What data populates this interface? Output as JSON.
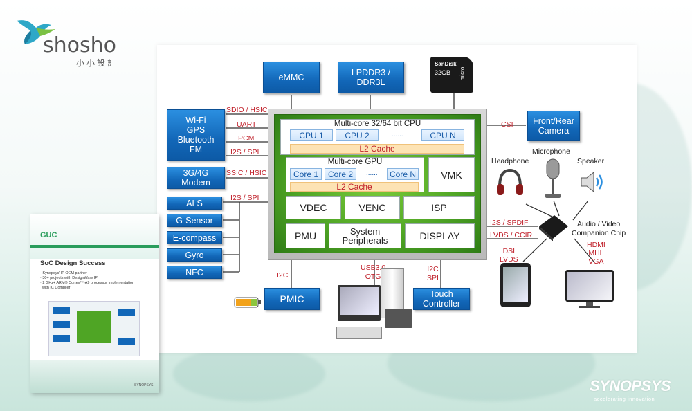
{
  "logo": {
    "name": "shosho",
    "subtitle": "小小設計"
  },
  "brochure": {
    "brand": "GUC",
    "title": "SoC Design Success",
    "bullets": [
      "· Synopsys' IP OEM partner",
      "· 30+ projects with DesignWare IP",
      "· 2 GHz+ ARM® Cortex™-A9 processor implementation",
      "  with IC Compiler"
    ],
    "footer": "SYNOPSYS"
  },
  "diagram": {
    "left_blocks": {
      "wireless": "Wi-Fi\nGPS\nBluetooth\nFM",
      "modem": "3G/4G\nModem",
      "als": "ALS",
      "gsensor": "G-Sensor",
      "ecompass": "E-compass",
      "gyro": "Gyro",
      "nfc": "NFC"
    },
    "left_signals": [
      "SDIO / HSIC",
      "UART",
      "PCM",
      "I2S / SPI",
      "SSIC / HSIC",
      "I2S / SPI"
    ],
    "top_blocks": {
      "emmc": "eMMC",
      "lpddr": "LPDDR3 /\nDDR3L"
    },
    "sd_card": {
      "brand": "SanDisk",
      "capacity": "32GB",
      "type": "micro"
    },
    "right_blocks": {
      "camera": "Front/Rear\nCamera"
    },
    "right_signals": {
      "csi": "CSI",
      "i2s_spdif": "I2S / SPDIF",
      "lvds_ccir": "LVDS / CCIR",
      "dsi_lvds": "DSI\nLVDS",
      "hdmi": "HDMI\nMHL\nVGA"
    },
    "audio": {
      "headphone": "Headphone",
      "microphone": "Microphone",
      "speaker": "Speaker",
      "companion": "Audio / Video\nCompanion Chip"
    },
    "bottom": {
      "pmic": "PMIC",
      "i2c": "I2C",
      "usb": "USB3.0\nOTG",
      "i2c_spi": "I2C\nSPI",
      "touch": "Touch\nController"
    },
    "soc": {
      "cpu_title": "Multi-core 32/64 bit CPU",
      "cpus": [
        "CPU 1",
        "CPU 2",
        "CPU N"
      ],
      "dots": "......",
      "cpu_cache": "L2 Cache",
      "gpu_title": "Multi-core GPU",
      "gpu_cores": [
        "Core 1",
        "Core 2",
        "Core N"
      ],
      "gpu_cache": "L2 Cache",
      "vmk": "VMK",
      "vdec": "VDEC",
      "venc": "VENC",
      "isp": "ISP",
      "pmu": "PMU",
      "sysper": "System\nPeripherals",
      "display": "DISPLAY"
    }
  },
  "synopsys": {
    "name": "SYNOPSYS",
    "tagline": "accelerating innovation"
  }
}
